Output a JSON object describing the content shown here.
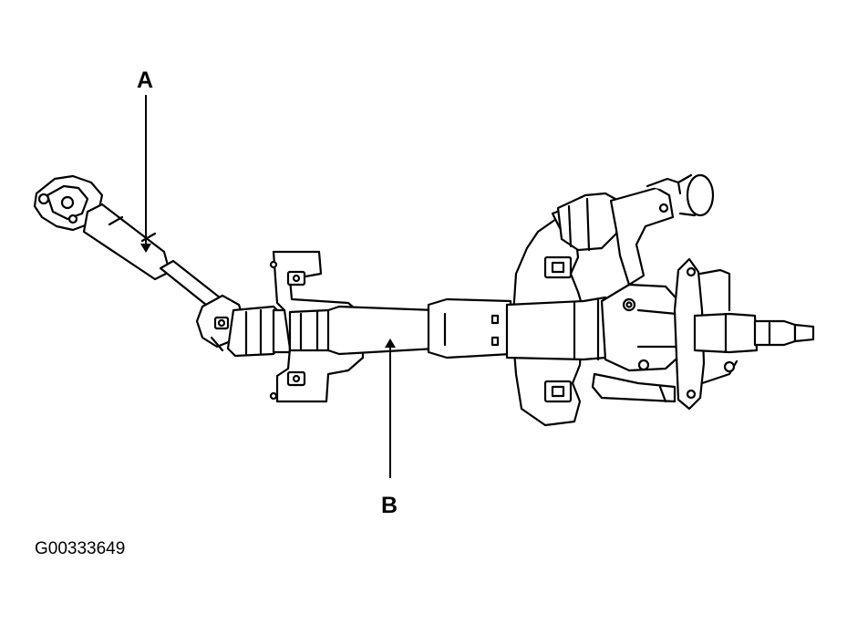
{
  "callouts": {
    "a": "A",
    "b": "B"
  },
  "figure_id": "G00333649",
  "colors": {
    "line": "#000000",
    "background": "#ffffff"
  }
}
